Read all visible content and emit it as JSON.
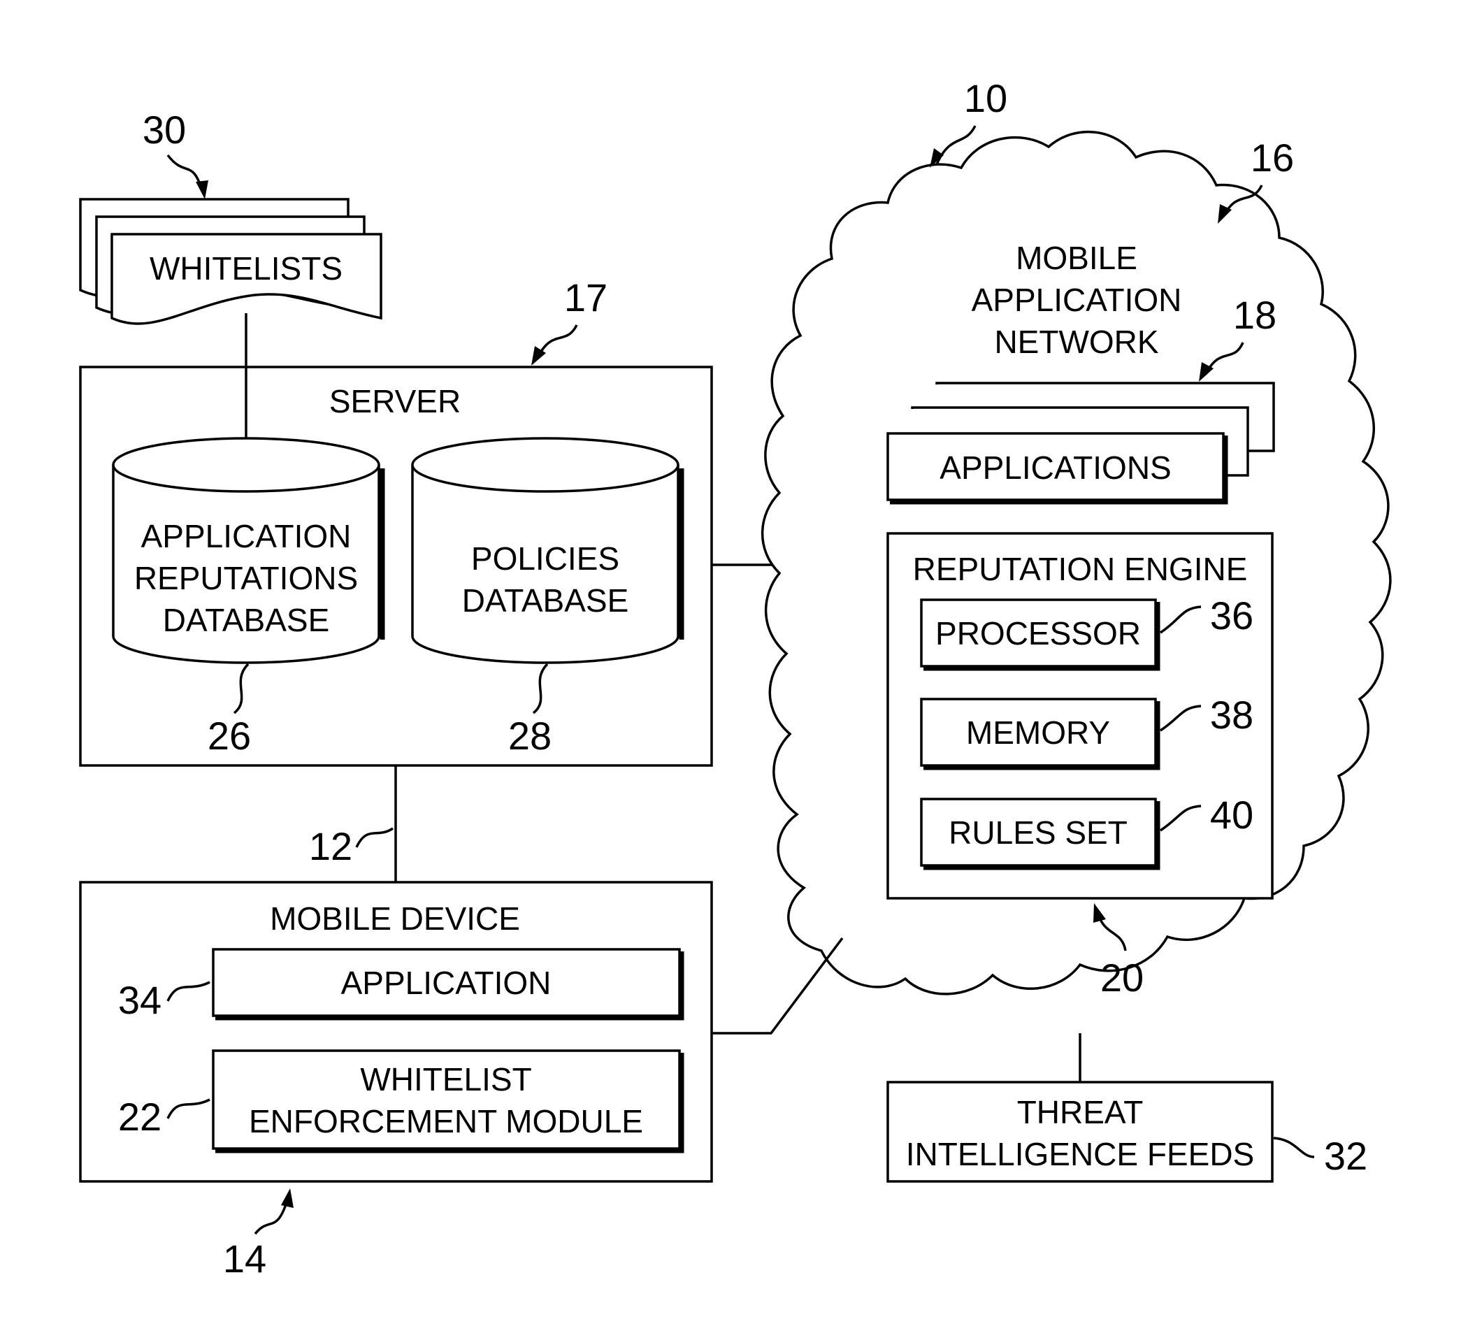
{
  "labels": {
    "whitelists": "WHITELISTS",
    "server": "SERVER",
    "app_rep_db_1": "APPLICATION",
    "app_rep_db_2": "REPUTATIONS",
    "app_rep_db_3": "DATABASE",
    "policies_db_1": "POLICIES",
    "policies_db_2": "DATABASE",
    "mobile_device": "MOBILE DEVICE",
    "application": "APPLICATION",
    "wem_1": "WHITELIST",
    "wem_2": "ENFORCEMENT MODULE",
    "network_1": "MOBILE",
    "network_2": "APPLICATION",
    "network_3": "NETWORK",
    "applications": "APPLICATIONS",
    "reputation_engine": "REPUTATION ENGINE",
    "processor": "PROCESSOR",
    "memory": "MEMORY",
    "rules_set": "RULES SET",
    "threat_1": "THREAT",
    "threat_2": "INTELLIGENCE FEEDS"
  },
  "refs": {
    "system": "10",
    "link": "12",
    "mobile_device": "14",
    "network": "16",
    "server": "17",
    "applications": "18",
    "reputation_engine": "20",
    "wem": "22",
    "app_rep_db": "26",
    "policies_db": "28",
    "whitelists": "30",
    "threat_feeds": "32",
    "application": "34",
    "processor": "36",
    "memory": "38",
    "rules_set": "40"
  }
}
